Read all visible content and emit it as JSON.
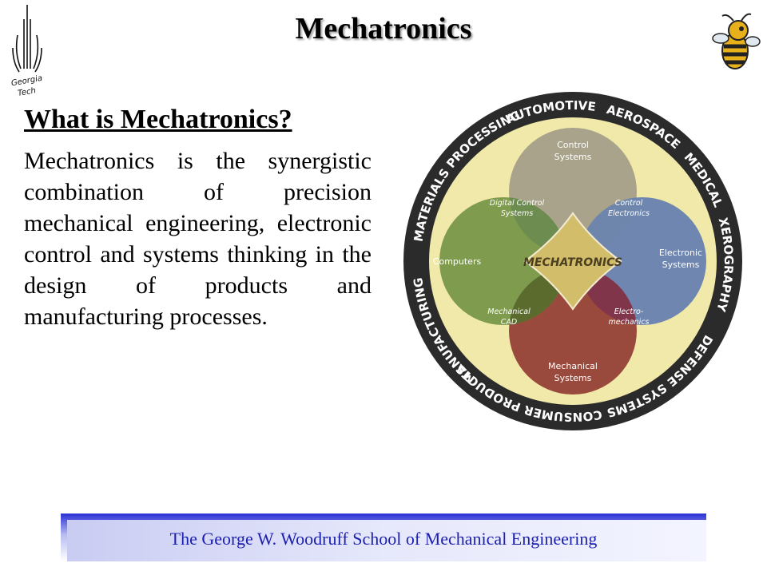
{
  "title": "Mechatronics",
  "logo": {
    "lines": [
      "Georgia",
      "Tech"
    ]
  },
  "heading": "What is Mechatronics?",
  "body": "Mechatronics is the synergistic combination of precision mechanical engineering, electronic control and systems thinking in the design of products and manufacturing processes.",
  "diagram": {
    "center": "MECHATRONICS",
    "outer_ring": [
      "AUTOMOTIVE",
      "AEROSPACE",
      "MEDICAL",
      "XEROGRAPHY",
      "DEFENSE SYSTEMS",
      "CONSUMER PRODUCTS",
      "MANUFACTURING",
      "MATERIALS PROCESSING"
    ],
    "circles": {
      "top": [
        "Control",
        "Systems"
      ],
      "right": [
        "Electronic",
        "Systems"
      ],
      "bottom": [
        "Mechanical",
        "Systems"
      ],
      "left": "Computers"
    },
    "overlaps": {
      "top_left": [
        "Digital Control",
        "Systems"
      ],
      "top_right": [
        "Control",
        "Electronics"
      ],
      "bottom_left": [
        "Mechanical",
        "CAD"
      ],
      "bottom_right": [
        "Electro-",
        "mechanics"
      ]
    },
    "colors": {
      "top": "#a8a38a",
      "right": "#6f86b0",
      "bottom": "#9a4a3c",
      "left": "#7f9b4e",
      "center": "#d2bd6a",
      "ring": "#2b2b2b",
      "band": "#f1e9a9"
    }
  },
  "footer": "The George W. Woodruff School of Mechanical Engineering"
}
